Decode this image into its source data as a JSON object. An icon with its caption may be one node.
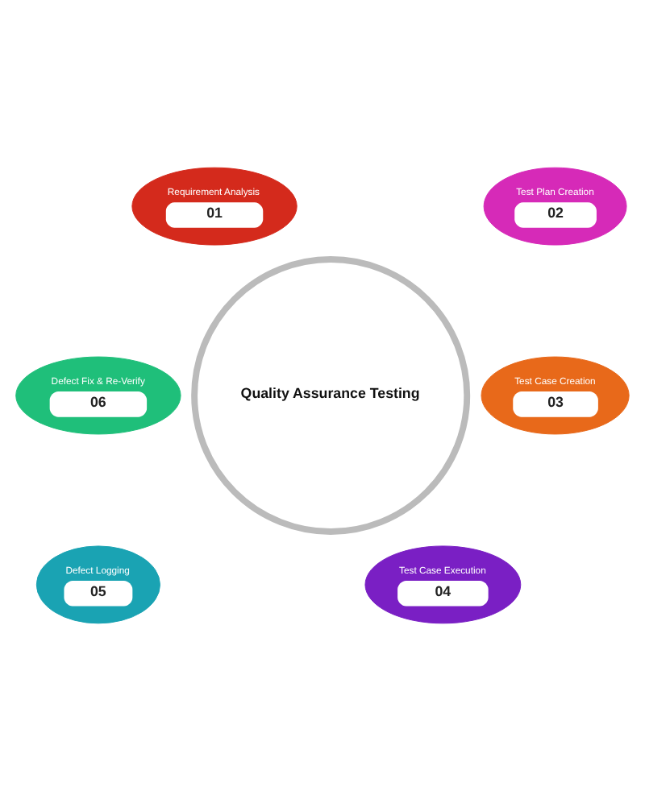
{
  "diagram": {
    "nodes": [
      {
        "text": [
          "Quality Assurance Testing"
        ]
      },
      {
        "text": [
          "Requirement Analysis",
          "01"
        ]
      },
      {
        "text": [
          "Test Plan Creation",
          "02"
        ]
      },
      {
        "text": [
          "Test Case Creation",
          "03"
        ]
      },
      {
        "text": [
          "Test Case Execution",
          "04"
        ]
      },
      {
        "text": [
          "Defect Logging",
          "05"
        ]
      },
      {
        "text": [
          "Defect Fix & Re-Verify",
          "06"
        ]
      }
    ]
  }
}
